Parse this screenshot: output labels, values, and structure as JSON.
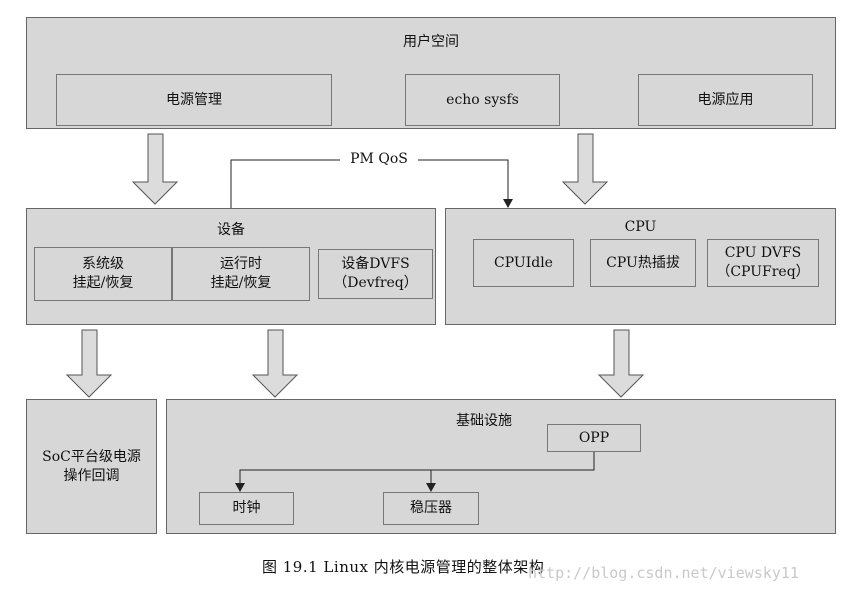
{
  "user_space": {
    "title": "用户空间",
    "items": [
      "电源管理",
      "echo sysfs",
      "电源应用"
    ]
  },
  "pm_qos": "PM QoS",
  "device": {
    "title": "设备",
    "items": [
      "系统级\n挂起/恢复",
      "运行时\n挂起/恢复",
      "设备DVFS\n（Devfreq）"
    ]
  },
  "cpu": {
    "title": "CPU",
    "items": [
      "CPUIdle",
      "CPU热插拔",
      "CPU DVFS\n（CPUFreq）"
    ]
  },
  "soc": {
    "label": "SoC平台级电源\n操作回调"
  },
  "infra": {
    "title": "基础设施",
    "opp": "OPP",
    "clock": "时钟",
    "regulator": "稳压器"
  },
  "caption": "图 19.1    Linux 内核电源管理的整体架构",
  "watermark": "http://blog.csdn.net/viewsky11"
}
